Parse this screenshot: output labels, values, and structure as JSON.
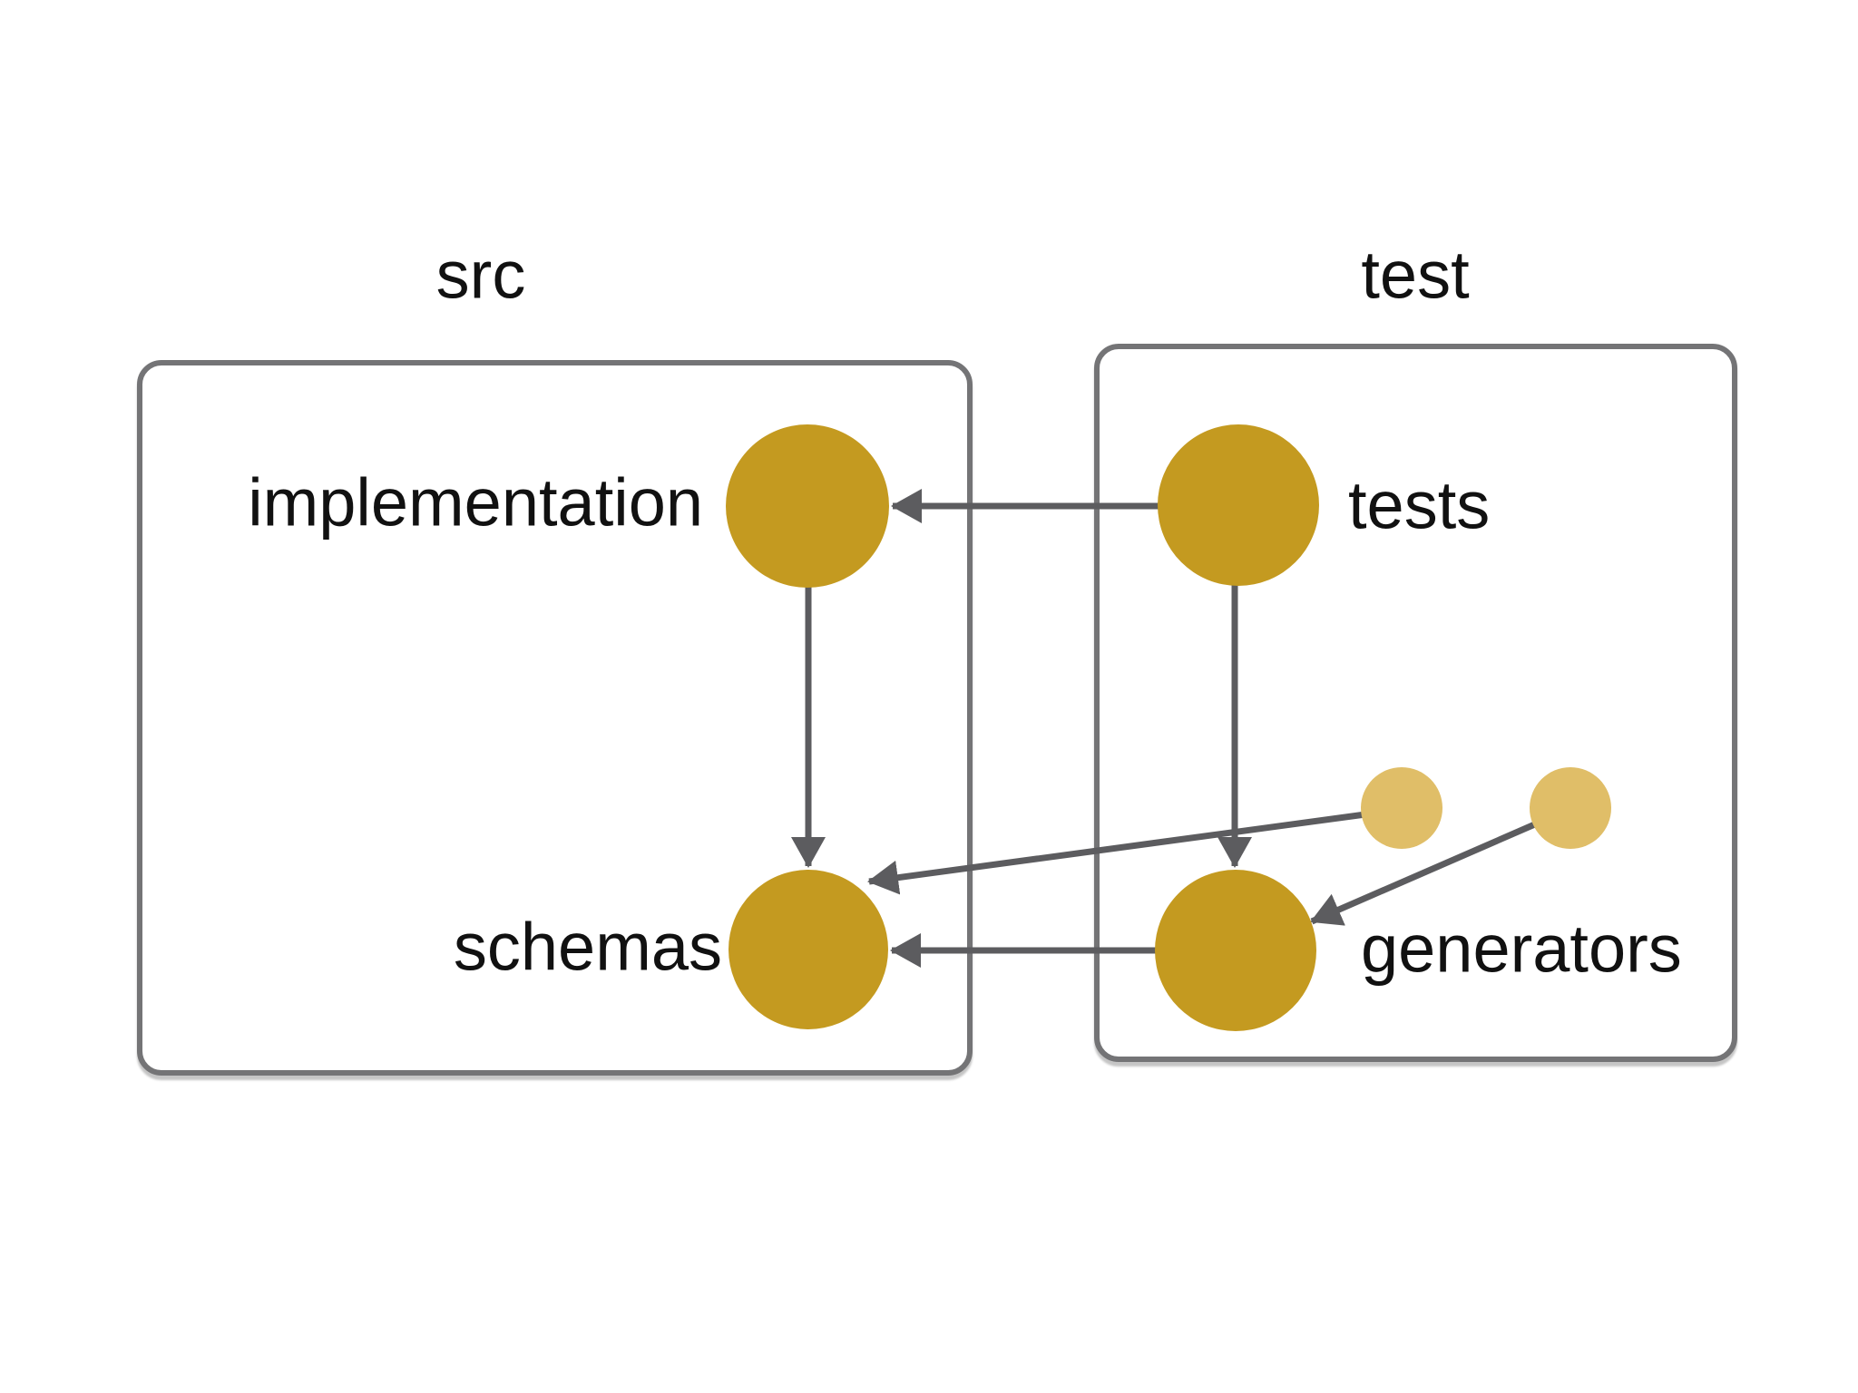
{
  "diagram": {
    "type": "dependency-graph",
    "colors": {
      "background": "#ffffff",
      "node_large": "#c49a20",
      "node_small": "#e0be68",
      "edge": "#5c5c5f",
      "box_border": "#747476",
      "text": "#111111"
    },
    "groups": [
      {
        "id": "src",
        "label": "src"
      },
      {
        "id": "test",
        "label": "test"
      }
    ],
    "nodes": [
      {
        "id": "implementation",
        "label": "implementation",
        "group": "src",
        "size": "large"
      },
      {
        "id": "tests",
        "label": "tests",
        "group": "test",
        "size": "large"
      },
      {
        "id": "schemas",
        "label": "schemas",
        "group": "src",
        "size": "large"
      },
      {
        "id": "generators",
        "label": "generators",
        "group": "test",
        "size": "large"
      },
      {
        "id": "unlabeled-1",
        "label": "",
        "group": "test",
        "size": "small"
      },
      {
        "id": "unlabeled-2",
        "label": "",
        "group": "test",
        "size": "small"
      }
    ],
    "edges": [
      {
        "from": "tests",
        "to": "implementation"
      },
      {
        "from": "implementation",
        "to": "schemas"
      },
      {
        "from": "tests",
        "to": "generators"
      },
      {
        "from": "generators",
        "to": "schemas"
      },
      {
        "from": "unlabeled-1",
        "to": "schemas"
      },
      {
        "from": "unlabeled-2",
        "to": "generators"
      }
    ]
  }
}
